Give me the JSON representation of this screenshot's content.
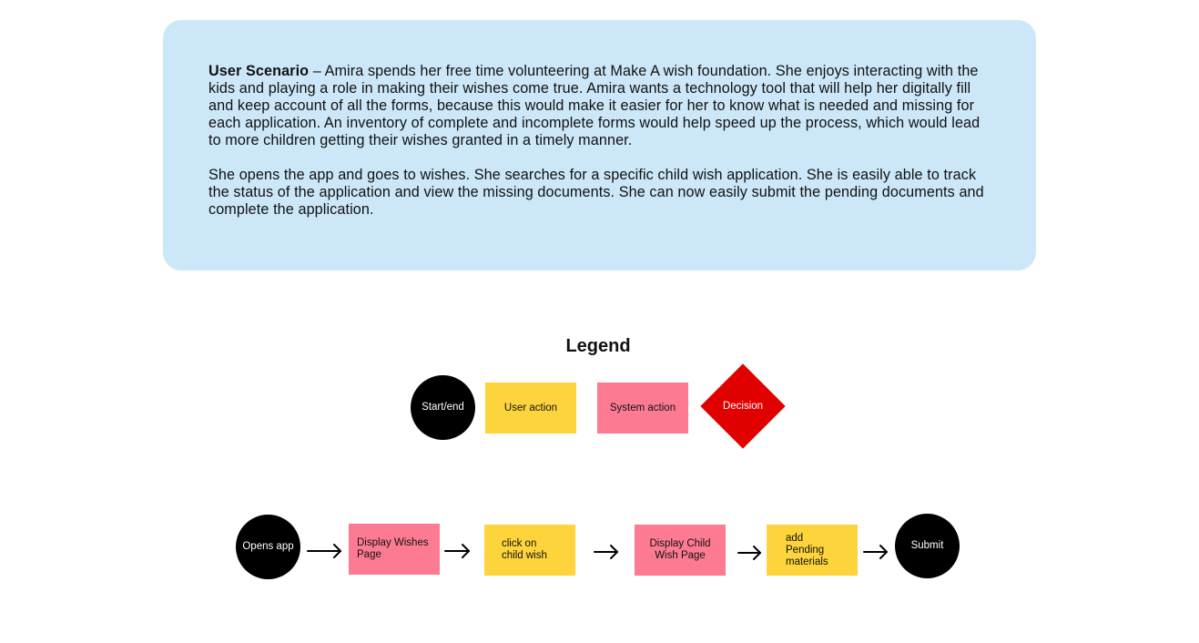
{
  "scenario": {
    "heading": "User Scenario",
    "separator": " – ",
    "paragraph_1": "Amira spends her free time volunteering at Make A wish foundation. She enjoys interacting with the kids and playing a role in making their wishes come true. Amira wants a technology tool that will help her digitally fill and keep account of all the forms, because this would make it easier for her to know what is needed and missing for each application. An inventory of complete and incomplete forms would help speed up the process, which would lead to more children getting their wishes granted in a timely manner.",
    "paragraph_2": "She opens the app and goes to wishes. She searches for a specific child wish application. She is easily able to track the status of the application and view the missing documents. She can now easily submit the pending documents and complete the application."
  },
  "legend": {
    "title": "Legend",
    "start_end": "Start/end",
    "user_action": "User action",
    "system_action": "System action",
    "decision": "Decision"
  },
  "flow": {
    "step_1": "Opens app",
    "step_2": "Display Wishes Page",
    "step_3": "click on child wish",
    "step_4": "Display Child Wish Page",
    "step_5": "add Pending materials",
    "step_6": "Submit"
  },
  "colors": {
    "card_background": "#cce8f8",
    "start_end": "#000000",
    "user_action": "#fdd43c",
    "system_action": "#fd7b92",
    "decision": "#e00000"
  }
}
